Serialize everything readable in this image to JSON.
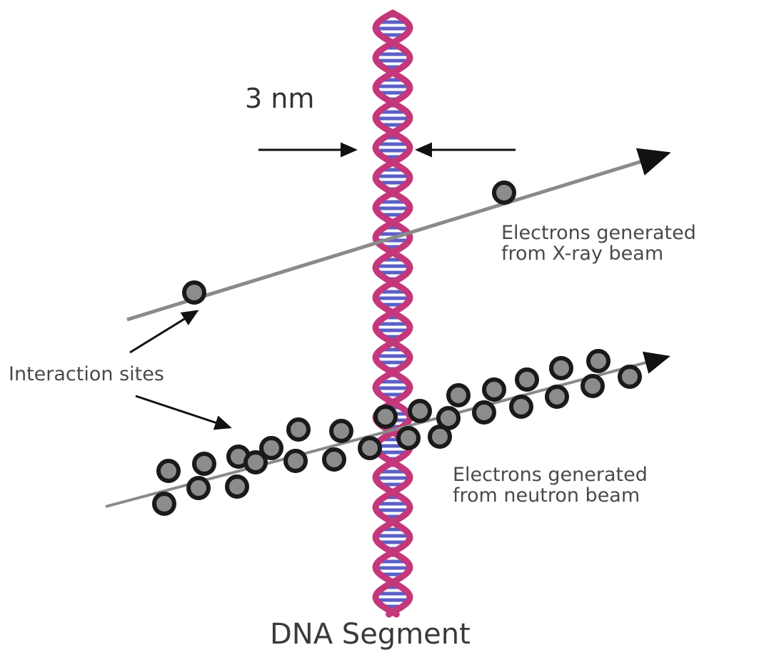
{
  "labels": {
    "width": "3 nm",
    "xray": "Electrons generated\nfrom X-ray beam",
    "neutron": "Electrons generated\nfrom neutron beam",
    "interaction_sites": "Interaction sites",
    "dna": "DNA Segment"
  },
  "colors": {
    "dna_backbone": "#c4377a",
    "dna_base": "#5b5fc7",
    "beam": "#8a8a8a",
    "electron_ring": "#1a1a1a",
    "electron_fill": "#8c8c8c",
    "arrow": "#111111"
  },
  "icons": {
    "electron": "electron-dot-icon",
    "arrow": "arrow-icon"
  }
}
